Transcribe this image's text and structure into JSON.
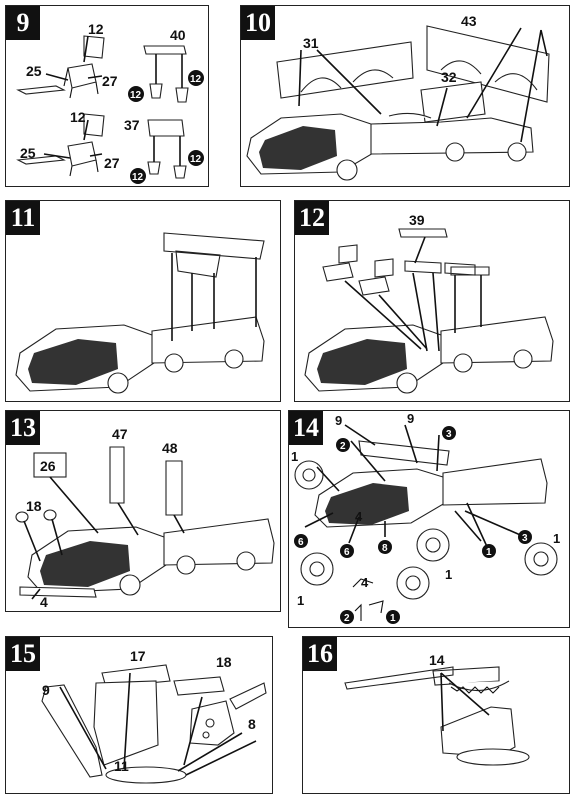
{
  "steps": [
    {
      "number": "9",
      "labels": [
        "12",
        "40",
        "25",
        "27",
        "12",
        "12",
        "12",
        "37",
        "25",
        "27",
        "12",
        "12"
      ]
    },
    {
      "number": "10",
      "labels": [
        "31",
        "43",
        "32"
      ]
    },
    {
      "number": "11",
      "labels": []
    },
    {
      "number": "12",
      "labels": [
        "39"
      ]
    },
    {
      "number": "13",
      "labels": [
        "26",
        "47",
        "48",
        "18",
        "4"
      ]
    },
    {
      "number": "14",
      "labels": [
        "9",
        "9",
        "2",
        "3",
        "1",
        "4",
        "6",
        "6",
        "8",
        "3",
        "1",
        "1",
        "1",
        "1",
        "4",
        "2",
        "1"
      ]
    },
    {
      "number": "15",
      "labels": [
        "17",
        "18",
        "9",
        "8",
        "11"
      ]
    },
    {
      "number": "16",
      "labels": [
        "14"
      ]
    }
  ]
}
